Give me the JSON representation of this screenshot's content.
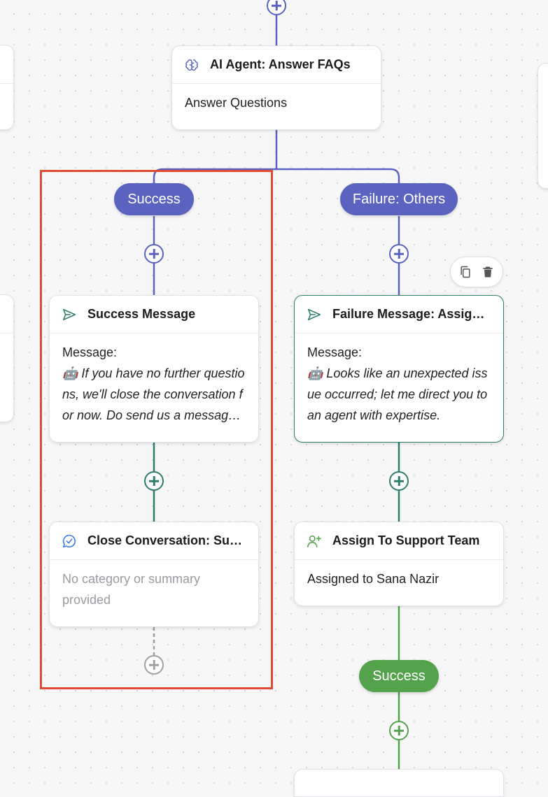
{
  "colors": {
    "purple": "#5b63c0",
    "teal": "#2f7d6d",
    "green": "#54a34c",
    "highlight": "#e04a35"
  },
  "nodes": {
    "ai_agent": {
      "icon": "brain-icon",
      "title": "AI Agent: Answer FAQs",
      "body": "Answer Questions"
    },
    "success_message": {
      "icon": "send-icon",
      "title": "Success Message",
      "label": "Message:",
      "text": "🤖 If you have no further questions, we'll close the conversation for now. Do send us a message if you need help again."
    },
    "failure_message": {
      "icon": "send-icon",
      "title": "Failure Message: Assign…",
      "label": "Message:",
      "text": "🤖 Looks like an unexpected issue occurred; let me direct you to an agent with expertise."
    },
    "close_conversation": {
      "icon": "chat-check-icon",
      "title": "Close Conversation: Suc…",
      "body": "No category or summary provided"
    },
    "assign_team": {
      "icon": "add-user-icon",
      "title": "Assign To Support Team",
      "body": "Assigned to Sana Nazir"
    }
  },
  "branches": {
    "success": "Success",
    "failure_others": "Failure: Others",
    "assign_success": "Success"
  },
  "toolbar": {
    "copy_icon": "copy-icon",
    "delete_icon": "trash-icon"
  }
}
